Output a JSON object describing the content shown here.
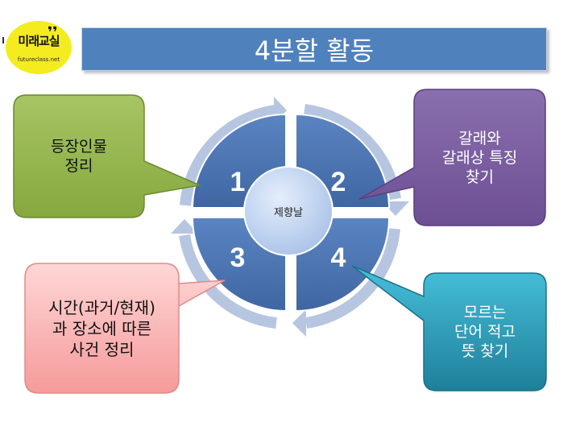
{
  "logo": {
    "main_text": "미래교실",
    "sub_text": "futureclass.net",
    "quote_glyph": "❜❜"
  },
  "title": "4분할 활동",
  "center_label": "제향날",
  "quadrants": [
    "1",
    "2",
    "3",
    "4"
  ],
  "callouts": {
    "top_left": "등장인물\n정리",
    "top_right": "갈래와\n갈래상 특징\n찾기",
    "bottom_left": "시간(과거/현재)\n과 장소에 따른\n사건 정리",
    "bottom_right": "모르는\n단어 적고\n뜻 찾기"
  },
  "colors": {
    "title_bar": "#4f81bd",
    "quadrant": "#4f76b2",
    "arrow_ring": "#b7c6e0",
    "center": "#c5d8f4",
    "top_left": "#9bbb59",
    "top_right": "#8064a2",
    "bottom_left": "#f7b5b5",
    "bottom_right": "#31acc6"
  }
}
